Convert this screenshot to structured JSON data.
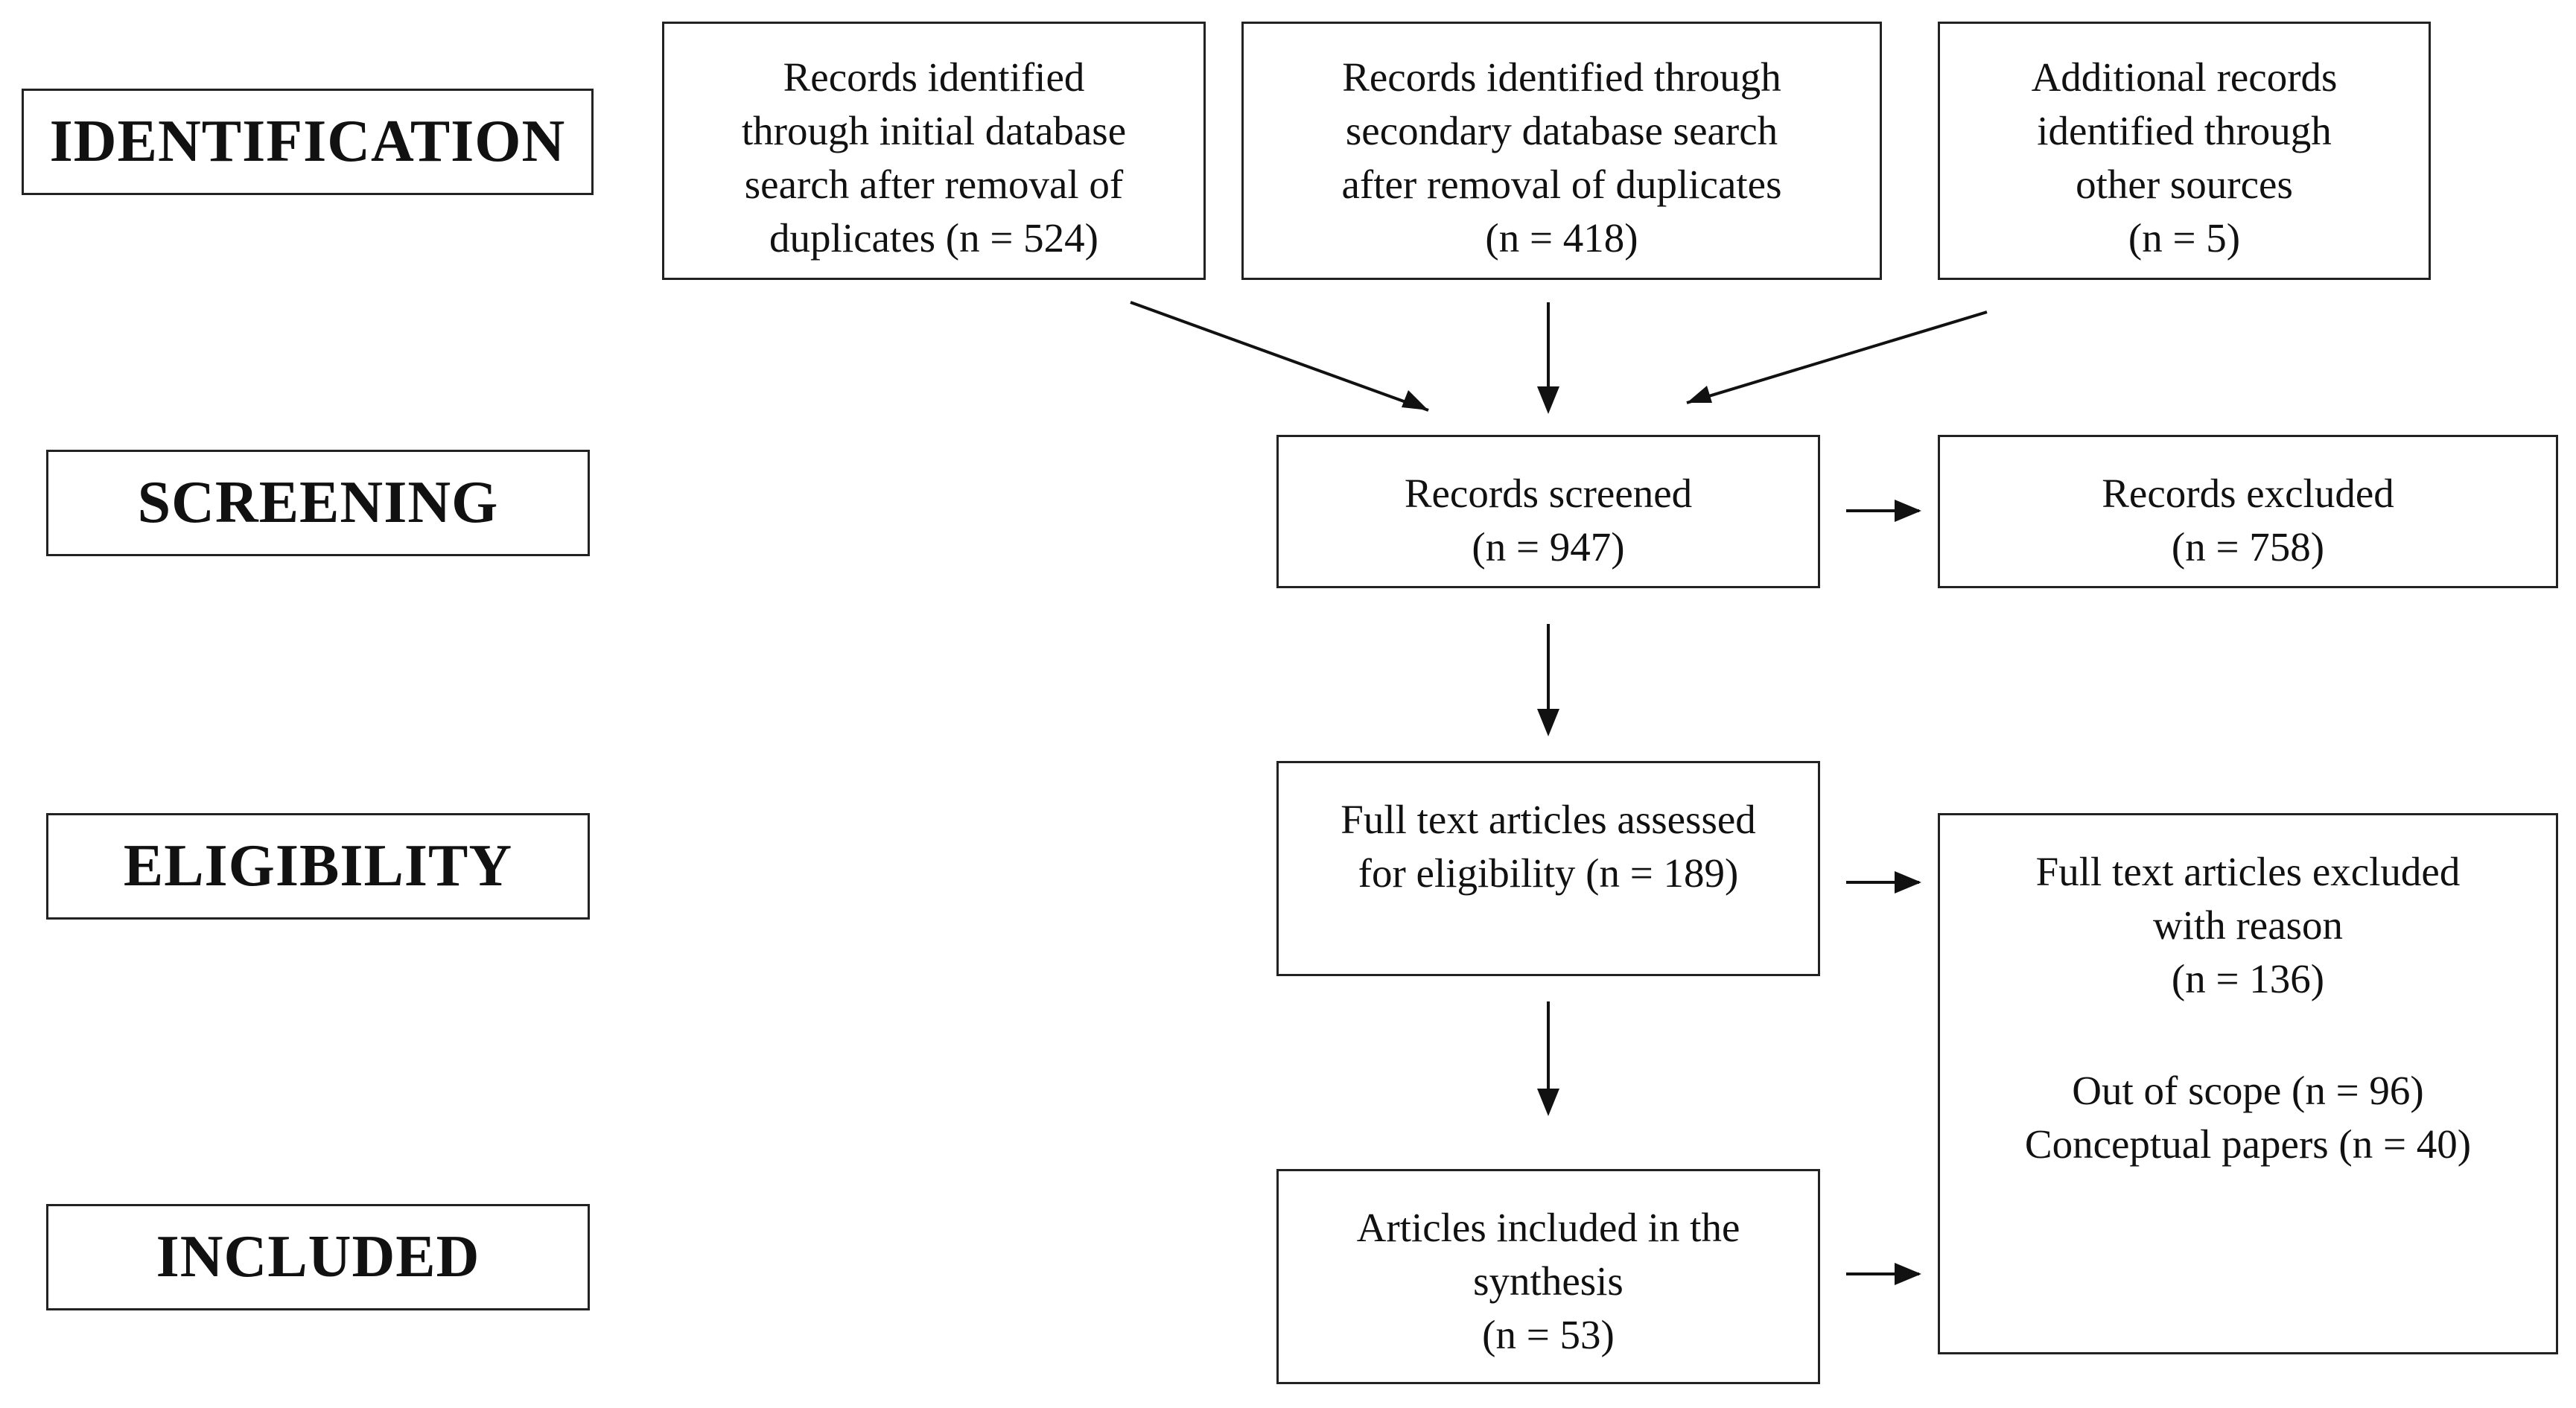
{
  "stages": {
    "identification": "IDENTIFICATION",
    "screening": "SCREENING",
    "eligibility": "ELIGIBILITY",
    "included": "INCLUDED"
  },
  "boxes": {
    "initial_search": [
      "Records identified",
      "through initial database",
      "search after removal of",
      "duplicates (n = 524)"
    ],
    "secondary_search": [
      "Records identified through",
      "secondary database search",
      "after removal of duplicates",
      "(n = 418)"
    ],
    "other_sources": [
      "Additional records",
      "identified through",
      "other sources",
      "(n = 5)"
    ],
    "screened": [
      "Records screened",
      "(n = 947)"
    ],
    "excluded": [
      "Records excluded",
      "(n = 758)"
    ],
    "fulltext_assessed": [
      "Full text articles assessed",
      "for eligibility (n = 189)"
    ],
    "fulltext_excluded": [
      "Full text articles excluded",
      "with reason",
      "(n = 136)"
    ],
    "exclusion_reasons": [
      "Out of scope (n = 96)",
      "Conceptual papers (n = 40)"
    ],
    "included_synthesis": [
      "Articles included in the",
      "synthesis",
      "(n = 53)"
    ]
  }
}
